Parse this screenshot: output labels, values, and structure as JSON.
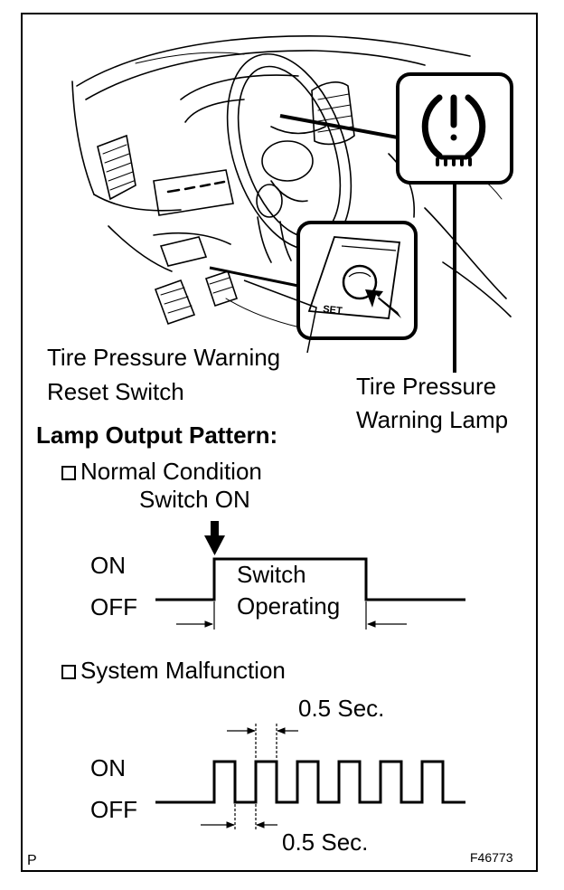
{
  "illustration": {
    "reset_switch_label_line1": "Tire Pressure Warning",
    "reset_switch_label_line2": "Reset Switch",
    "warning_lamp_label_line1": "Tire Pressure",
    "warning_lamp_label_line2": "Warning Lamp",
    "switch_text": "SET",
    "lamp_icon": "tire-pressure-warning-icon"
  },
  "pattern": {
    "heading": "Lamp Output Pattern:",
    "normal": {
      "title": "Normal Condition",
      "event_label": "Switch ON",
      "on_label": "ON",
      "off_label": "OFF",
      "pulse_line1": "Switch",
      "pulse_line2": "Operating"
    },
    "malfunction": {
      "title": "System Malfunction",
      "on_label": "ON",
      "off_label": "OFF",
      "top_interval": "0.5 Sec.",
      "bottom_interval": "0.5 Sec.",
      "pulse_count": 6
    }
  },
  "footer": {
    "left_code": "P",
    "figure_id": "F46773"
  }
}
